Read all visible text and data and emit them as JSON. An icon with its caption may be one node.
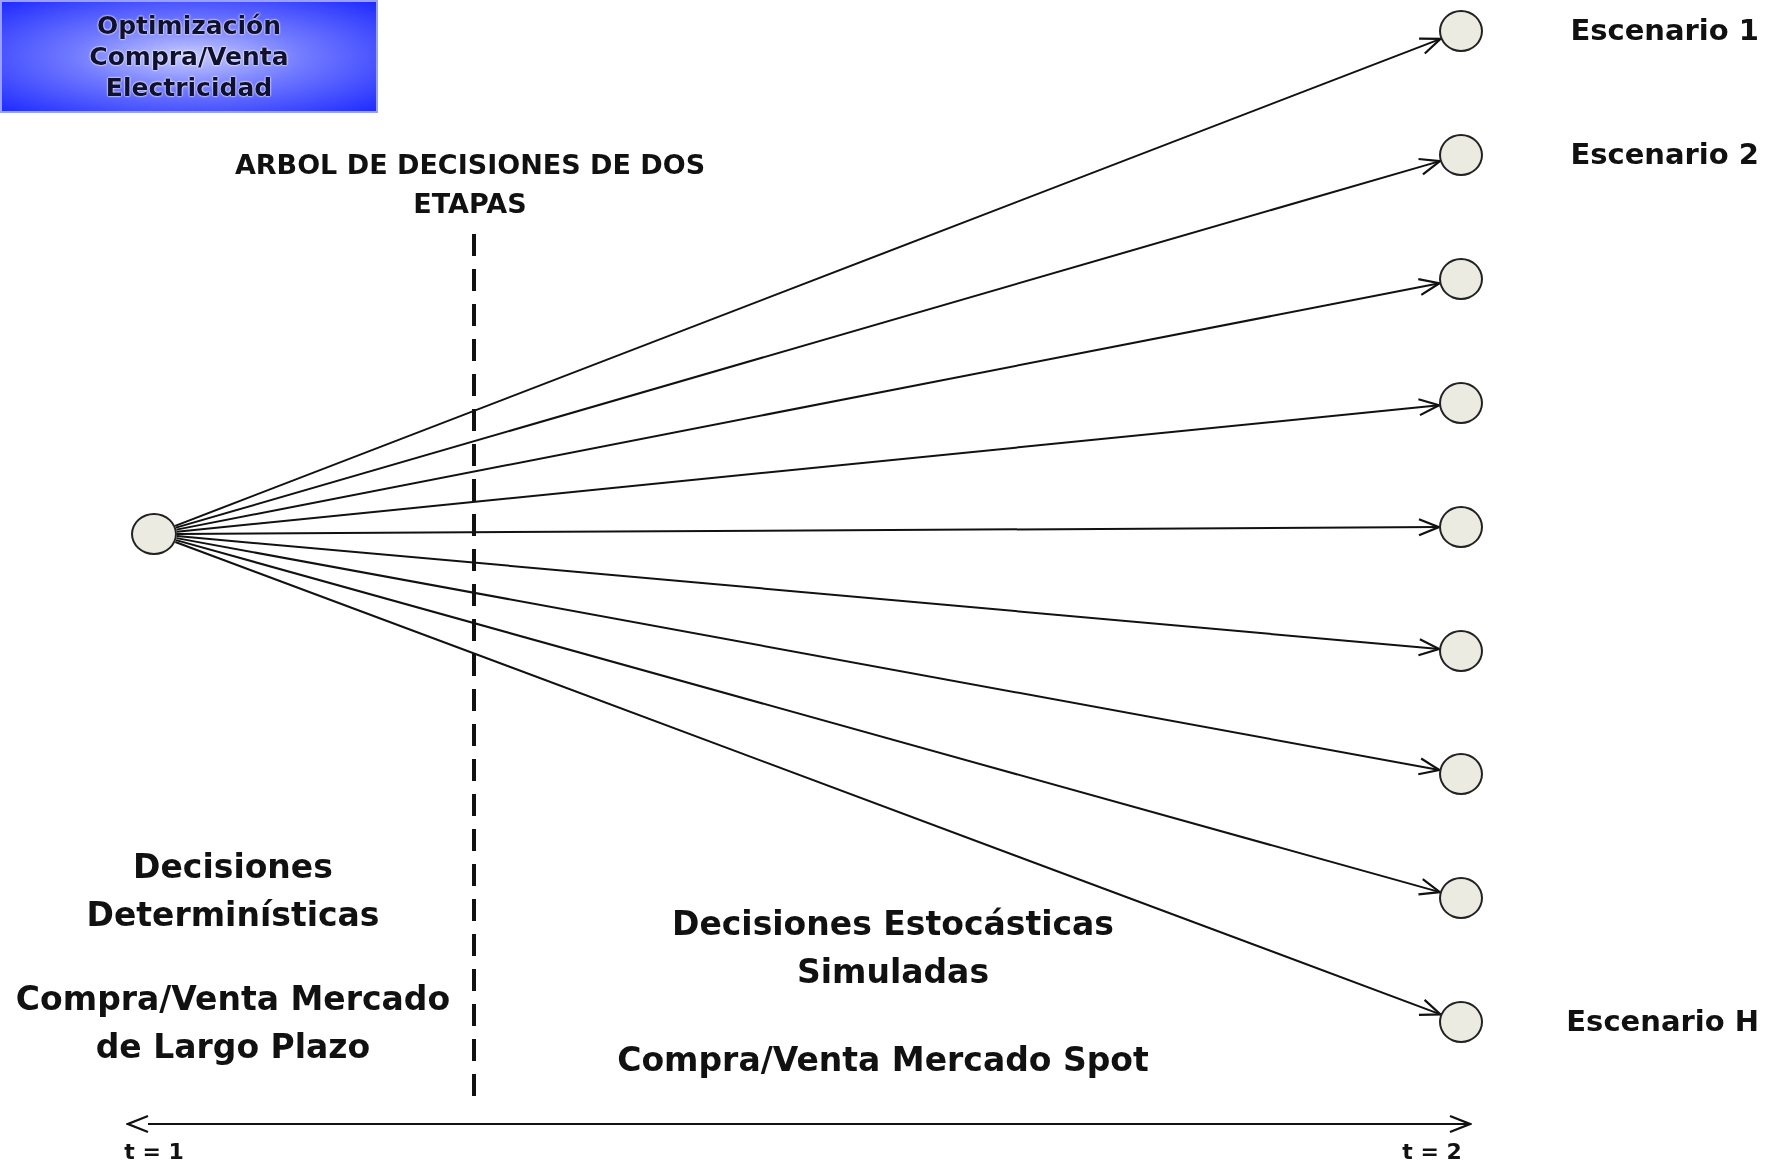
{
  "diagram": {
    "nodes": [
      {
        "text": [
          "Optimización Compra/Venta Electricidad"
        ]
      },
      {
        "text": [],
        "shape": "circle"
      },
      {
        "text": [],
        "shape": "circle",
        "beside": [
          "Escenario 1"
        ]
      },
      {
        "text": [],
        "shape": "circle",
        "beside": [
          "Escenario 2"
        ]
      },
      {
        "text": [],
        "shape": "circle"
      },
      {
        "text": [],
        "shape": "circle"
      },
      {
        "text": [],
        "shape": "circle"
      },
      {
        "text": [],
        "shape": "circle"
      },
      {
        "text": [],
        "shape": "circle"
      },
      {
        "text": [],
        "shape": "circle"
      },
      {
        "text": [],
        "shape": "circle",
        "beside": [
          "Escenario H"
        ]
      }
    ],
    "edges": [
      {
        "from": 1,
        "to": 2,
        "arrow": "to"
      },
      {
        "from": 1,
        "to": 3,
        "arrow": "to"
      },
      {
        "from": 1,
        "to": 4,
        "arrow": "to"
      },
      {
        "from": 1,
        "to": 5,
        "arrow": "to"
      },
      {
        "from": 1,
        "to": 6,
        "arrow": "to"
      },
      {
        "from": 1,
        "to": 7,
        "arrow": "to"
      },
      {
        "from": 1,
        "to": 8,
        "arrow": "to"
      },
      {
        "from": 1,
        "to": 9,
        "arrow": "to"
      },
      {
        "from": 1,
        "to": 10,
        "arrow": "to"
      }
    ],
    "labels": [
      "ARBOL DE DECISIONES DE DOS ETAPAS",
      "Decisiones Determinísticas",
      "Compra/Venta Mercado de Largo Plazo",
      "Decisiones Estocásticas Simuladas",
      "Compra/Venta Mercado Spot",
      "t = 1",
      "t = 2"
    ]
  }
}
